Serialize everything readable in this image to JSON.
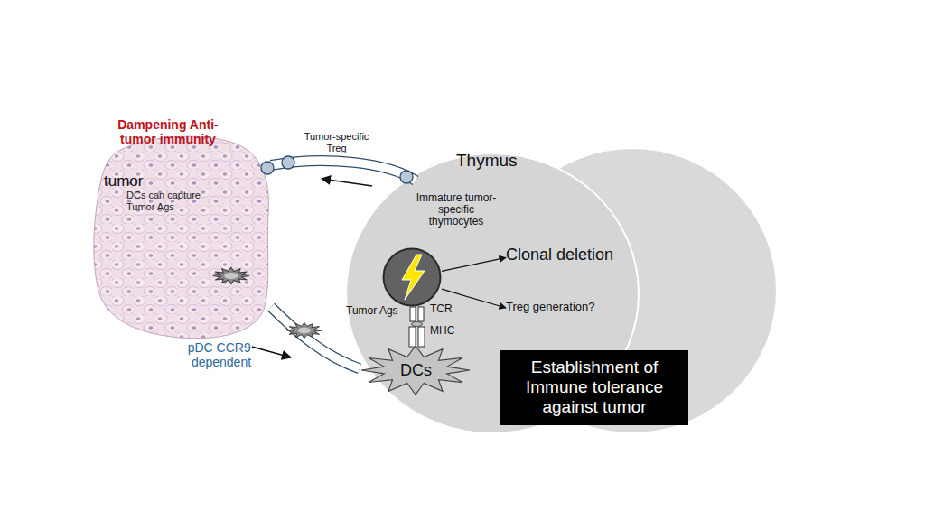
{
  "diagram": {
    "nodes": [
      {
        "text": [
          "Dampening Anti-tumor immunity",
          "tumor",
          "DCs can capture Tumor Ags"
        ]
      },
      {
        "text": [
          "Thymus"
        ]
      },
      {
        "text": [
          "Immature tumor-specific thymocytes"
        ],
        "in": 1
      },
      {
        "text": [
          "DCs"
        ],
        "in": 1
      },
      {
        "text": [
          "Clonal deletion"
        ],
        "in": 1
      },
      {
        "text": [
          "Treg generation?"
        ],
        "in": 1
      },
      {
        "text": [
          "Establishment of Immune tolerance against tumor"
        ]
      }
    ],
    "edges": [
      {
        "from": 1,
        "to": 0,
        "label": "Tumor-specific Treg",
        "arrow": "to"
      },
      {
        "from": 0,
        "to": 3,
        "label": "pDC CCR9-dependent",
        "arrow": "to"
      },
      {
        "from": 2,
        "to": 4,
        "arrow": "to"
      },
      {
        "from": 2,
        "to": 5,
        "arrow": "to"
      }
    ],
    "labels": [
      "Tumor Ags",
      "TCR",
      "MHC"
    ]
  }
}
